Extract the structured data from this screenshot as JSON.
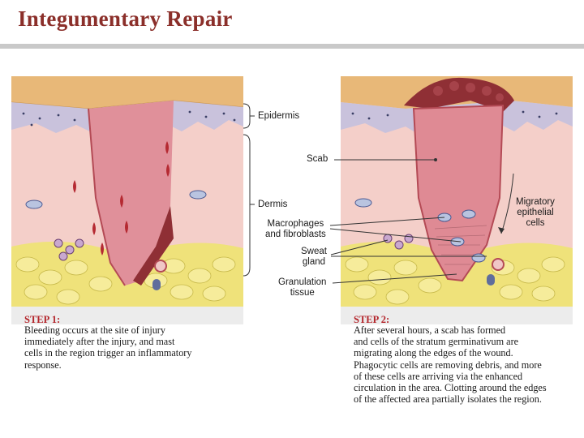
{
  "title": "Integumentary Repair",
  "labels": {
    "epidermis": "Epidermis",
    "dermis": "Dermis",
    "scab": "Scab",
    "macrophages": "Macrophages\nand fibroblasts",
    "sweat_gland": "Sweat\ngland",
    "granulation": "Granulation\ntissue",
    "migratory": "Migratory\nepithelial\ncells"
  },
  "steps": [
    {
      "heading": "STEP 1:",
      "text": "Bleeding occurs at the site of injury\nimmediately after the injury, and mast\ncells in the region trigger an inflammatory\nresponse."
    },
    {
      "heading": "STEP 2:",
      "text": "After several hours, a scab has formed\nand cells of the stratum germinativum are\nmigrating along the edges of the wound.\nPhagocytic cells are removing debris, and more\nof these cells are arriving via the enhanced\ncirculation in the area. Clotting around the edges\nof the affected area partially isolates the region."
    }
  ],
  "colors": {
    "title": "#8b2f2a",
    "step_heading": "#b3252b",
    "skin_surface": "#e8b878",
    "dermis": "#f4cfc9",
    "epidermis": "#c9c2dc",
    "fat": "#efe27a",
    "wound": "#e0909a",
    "scab": "#8f2f35"
  }
}
